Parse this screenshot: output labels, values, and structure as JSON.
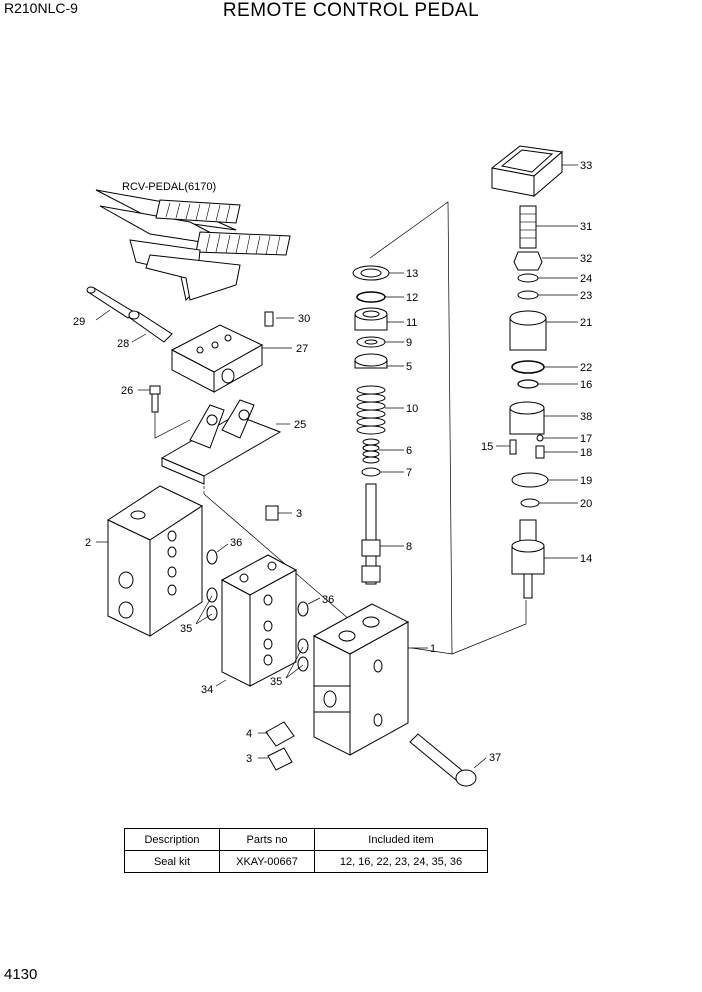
{
  "header": {
    "model": "R210NLC-9",
    "title": "REMOTE CONTROL PEDAL"
  },
  "diagram": {
    "assembly_label": "RCV-PEDAL(6170)",
    "callouts": [
      "29",
      "28",
      "30",
      "27",
      "26",
      "25",
      "3",
      "2",
      "36",
      "35",
      "34",
      "36",
      "35",
      "1",
      "4",
      "3",
      "37",
      "13",
      "12",
      "11",
      "9",
      "5",
      "10",
      "6",
      "7",
      "8",
      "33",
      "31",
      "32",
      "24",
      "23",
      "21",
      "22",
      "16",
      "38",
      "15",
      "17",
      "18",
      "19",
      "20",
      "14"
    ]
  },
  "seal_kit_table": {
    "headers": [
      "Description",
      "Parts no",
      "Included item"
    ],
    "rows": [
      [
        "Seal kit",
        "XKAY-00667",
        "12, 16, 22, 23, 24, 35, 36"
      ]
    ]
  },
  "footer": {
    "page_number": "4130"
  }
}
